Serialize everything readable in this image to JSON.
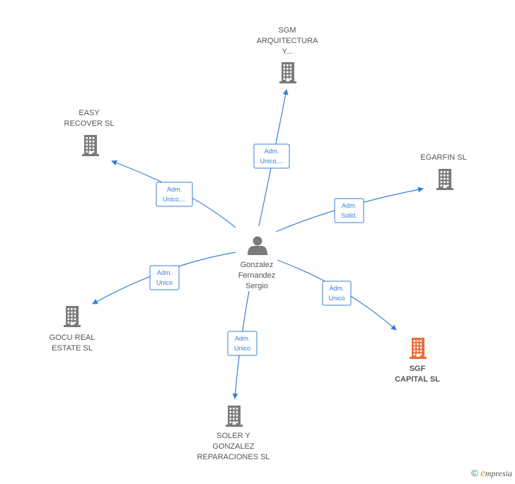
{
  "colors": {
    "building": "#7a7a7a",
    "highlight": "#f06a35",
    "edge": "#3a7fd5",
    "person": "#7a7a7a"
  },
  "center": {
    "name_lines": [
      "Gonzalez",
      "Fernandez",
      "Sergio"
    ],
    "icon": "person-icon"
  },
  "companies": [
    {
      "id": "sgm",
      "lines": [
        "SGM",
        "ARQUITECTURA",
        "Y..."
      ],
      "icon": "building-icon",
      "highlight": false
    },
    {
      "id": "easy",
      "lines": [
        "EASY",
        "RECOVER  SL"
      ],
      "icon": "building-icon",
      "highlight": false
    },
    {
      "id": "egarfin",
      "lines": [
        "EGARFIN SL"
      ],
      "icon": "building-icon",
      "highlight": false
    },
    {
      "id": "gocu",
      "lines": [
        "GOCU REAL",
        "ESTATE  SL"
      ],
      "icon": "building-icon",
      "highlight": false
    },
    {
      "id": "soler",
      "lines": [
        "SOLER Y",
        "GONZALEZ",
        "REPARACIONES SL"
      ],
      "icon": "building-icon",
      "highlight": false
    },
    {
      "id": "sgf",
      "lines": [
        "SGF",
        "CAPITAL  SL"
      ],
      "icon": "building-icon",
      "highlight": true
    }
  ],
  "relations": [
    {
      "target": "sgm",
      "lines": [
        "Adm.",
        "Unico,..."
      ]
    },
    {
      "target": "easy",
      "lines": [
        "Adm.",
        "Unico,..."
      ]
    },
    {
      "target": "egarfin",
      "lines": [
        "Adm.",
        "Solid."
      ]
    },
    {
      "target": "gocu",
      "lines": [
        "Adm.",
        "Unico"
      ]
    },
    {
      "target": "soler",
      "lines": [
        "Adm.",
        "Unico"
      ]
    },
    {
      "target": "sgf",
      "lines": [
        "Adm.",
        "Unico"
      ]
    }
  ],
  "brand": {
    "copyright": "©",
    "e": "e",
    "rest": "mpresia"
  }
}
